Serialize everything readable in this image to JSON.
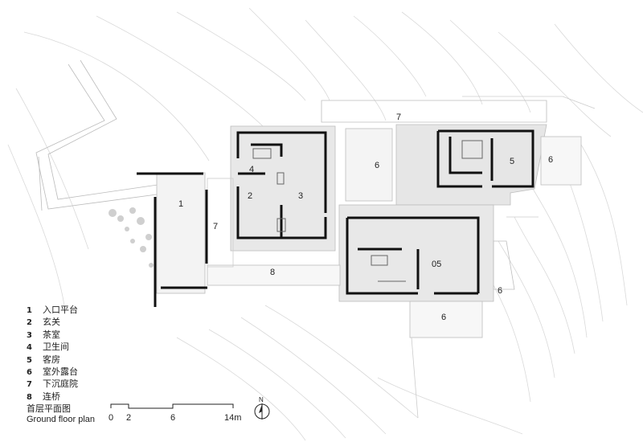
{
  "room_labels": {
    "r1": "1",
    "r2": "2",
    "r3": "3",
    "r4": "4",
    "r5": "5",
    "r05": "05",
    "r6a": "6",
    "r6b": "6",
    "r6c": "6",
    "r6d": "6",
    "r7a": "7",
    "r7b": "7",
    "r8": "8"
  },
  "legend": [
    {
      "num": "1",
      "label": "入口平台"
    },
    {
      "num": "2",
      "label": "玄关"
    },
    {
      "num": "3",
      "label": "茶室"
    },
    {
      "num": "4",
      "label": "卫生间"
    },
    {
      "num": "5",
      "label": "客房"
    },
    {
      "num": "6",
      "label": "室外露台"
    },
    {
      "num": "7",
      "label": "下沉庭院"
    },
    {
      "num": "8",
      "label": "连桥"
    }
  ],
  "title": {
    "cn": "首层平面图",
    "en": "Ground floor plan"
  },
  "scale": {
    "ticks": [
      "0",
      "2",
      "6",
      "14m"
    ]
  },
  "north": "N"
}
